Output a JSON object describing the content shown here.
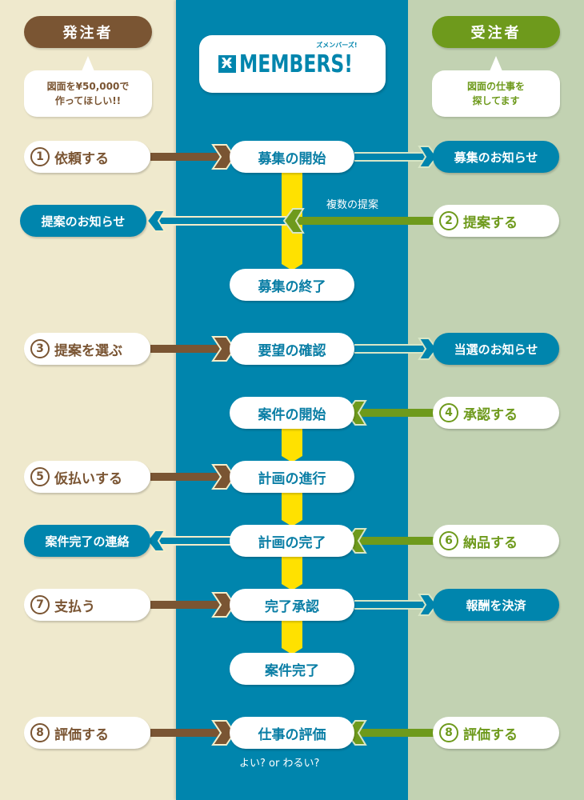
{
  "colors": {
    "client_bg": "#efe9cd",
    "system_bg": "#0085ad",
    "worker_bg": "#c2d2b2",
    "client_accent": "#7a5533",
    "worker_accent": "#6e9a1c",
    "connector": "#ffe100"
  },
  "header": {
    "client_role": "発注者",
    "worker_role": "受注者",
    "client_bubble": [
      "図面を¥50,000で",
      "作ってほしい!!"
    ],
    "worker_bubble": [
      "図面の仕事を",
      "探してます"
    ],
    "logo": {
      "mark": "Ӿ",
      "word": "MEMBERS!",
      "sub": "ズメンバーズ!"
    }
  },
  "steps": {
    "center": [
      "募集の開始",
      "募集の終了",
      "要望の確認",
      "案件の開始",
      "計画の進行",
      "計画の完了",
      "完了承認",
      "案件完了",
      "仕事の評価"
    ],
    "client_actions": [
      {
        "num": "1",
        "label": "依頼する"
      },
      {
        "num": "3",
        "label": "提案を選ぶ"
      },
      {
        "num": "5",
        "label": "仮払いする"
      },
      {
        "num": "7",
        "label": "支払う"
      },
      {
        "num": "8",
        "label": "評価する"
      }
    ],
    "client_notices": [
      "提案のお知らせ",
      "案件完了の連絡"
    ],
    "worker_actions": [
      {
        "num": "2",
        "label": "提案する"
      },
      {
        "num": "4",
        "label": "承認する"
      },
      {
        "num": "6",
        "label": "納品する"
      },
      {
        "num": "8",
        "label": "評価する"
      }
    ],
    "worker_notices": [
      "募集のお知らせ",
      "当選のお知らせ",
      "報酬を決済"
    ]
  },
  "notes": {
    "multiple_proposals": "複数の提案",
    "evaluation": "よい? or わるい?"
  }
}
